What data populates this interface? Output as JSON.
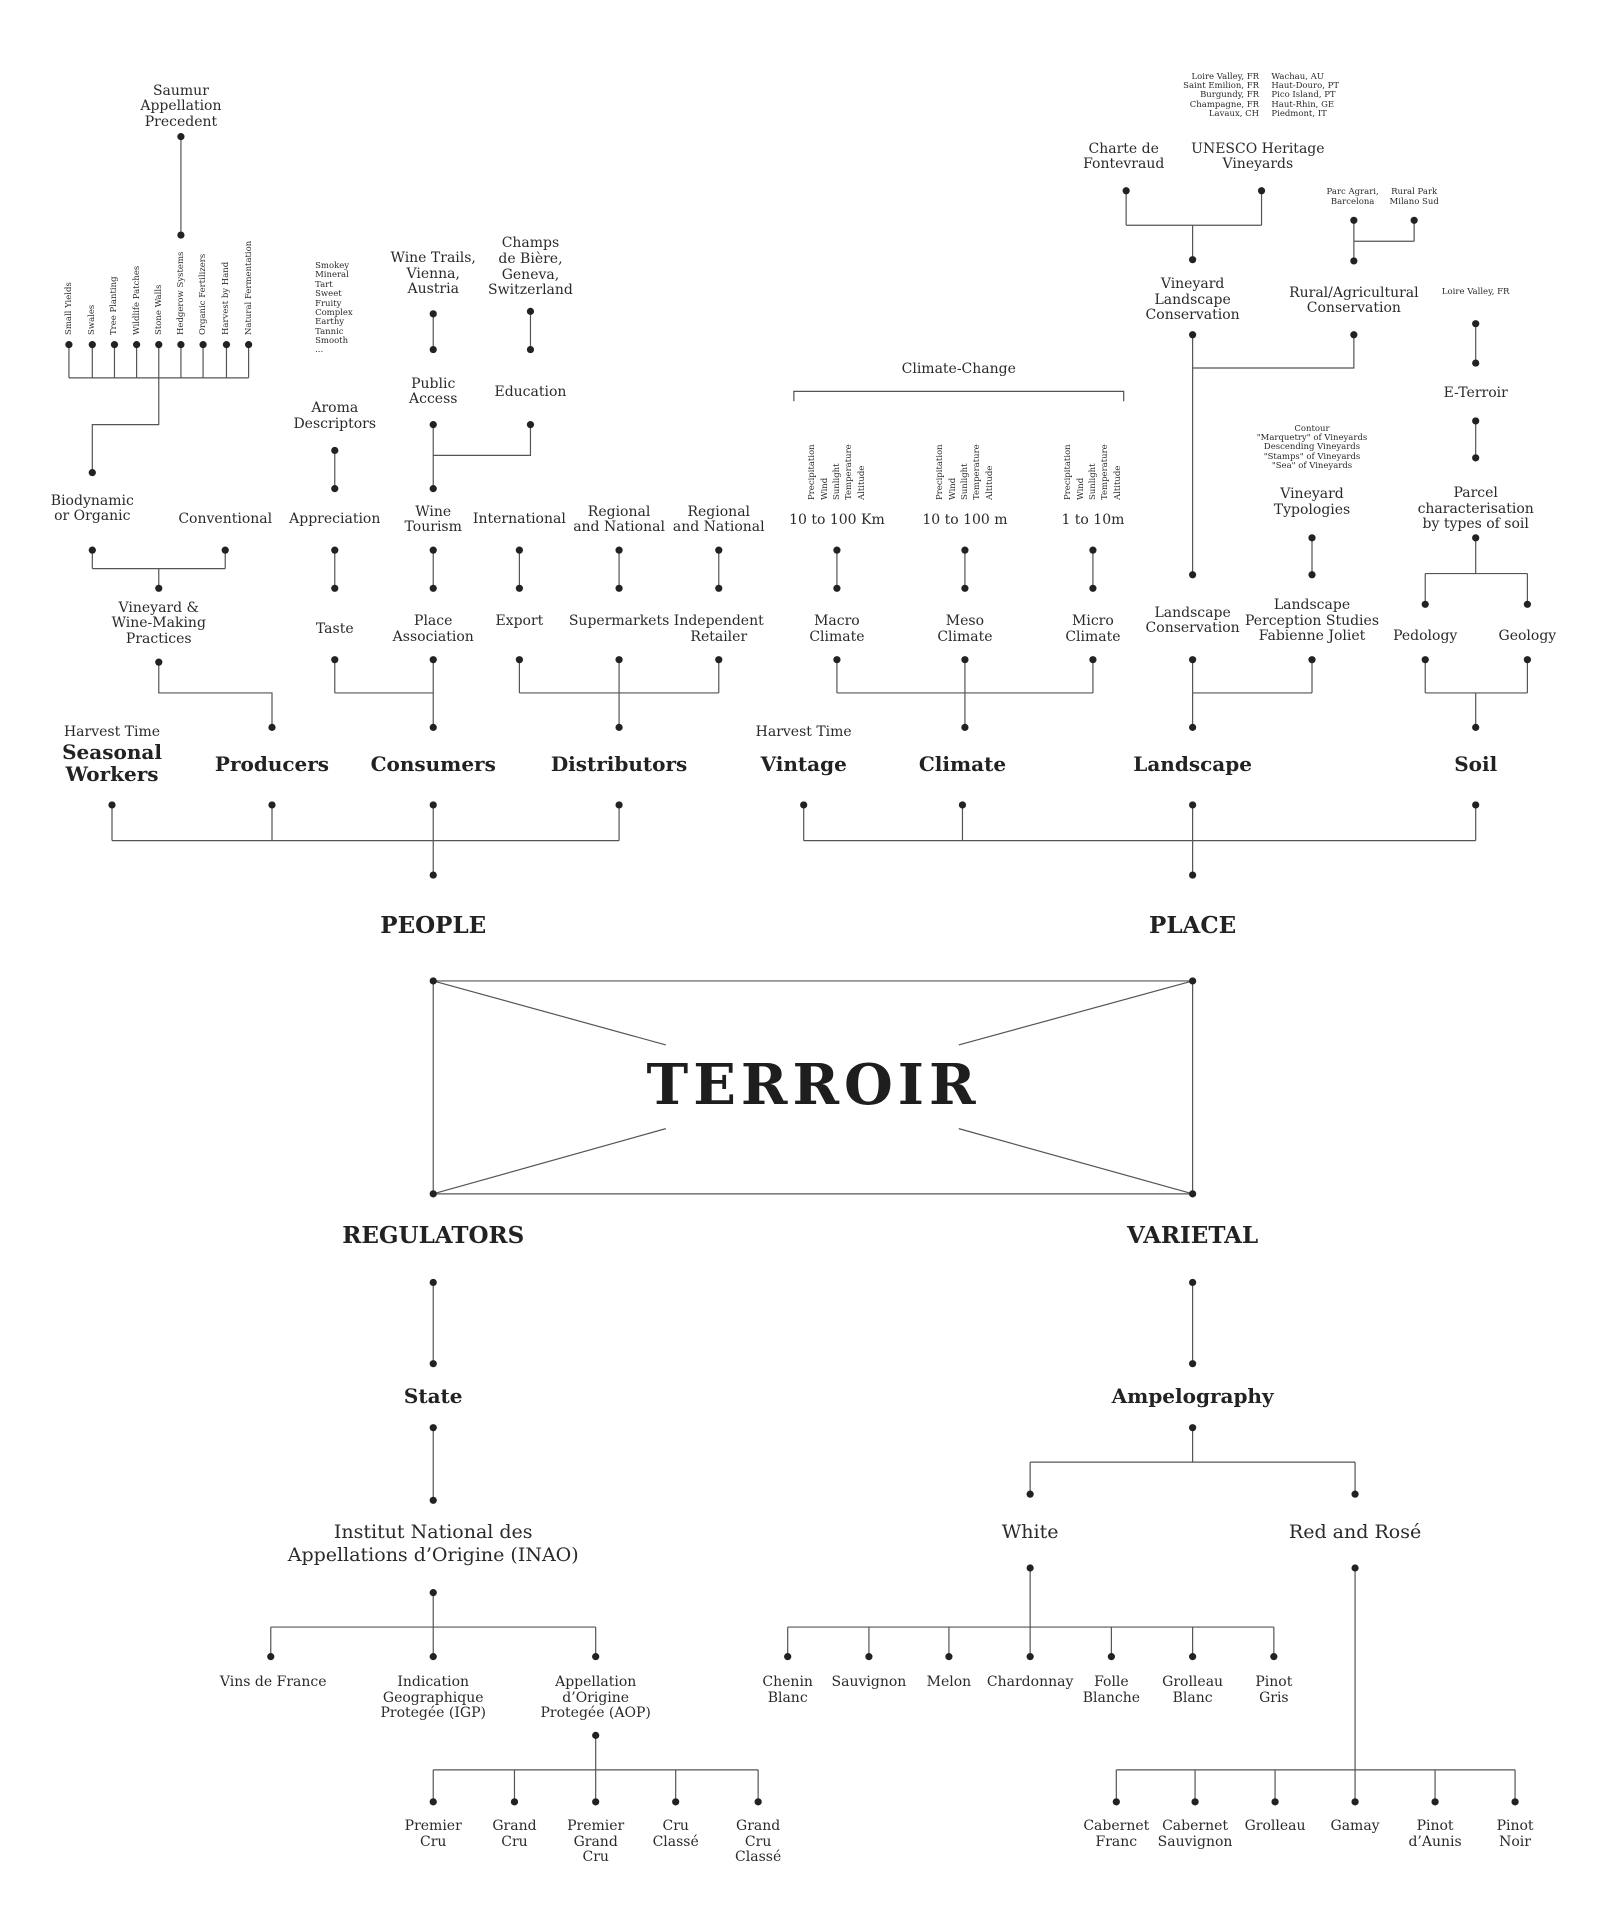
{
  "diagram": {
    "title": "TERROIR",
    "people": {
      "label": "PEOPLE",
      "seasonal_workers": {
        "note": "Harvest Time",
        "label": "Seasonal\nWorkers"
      },
      "producers": {
        "label": "Producers",
        "vineyard_practices": "Vineyard &\nWine-Making\nPractices",
        "biodynamic": "Biodynamic\nor Organic",
        "conventional": "Conventional",
        "saumur": "Saumur\nAppellation\nPrecedent",
        "practices": [
          "Small Yields",
          "Swales",
          "Tree Planting",
          "Wildlife Patches",
          "Stone Walls",
          "Hedgerow Systems",
          "Organic Fertilizers",
          "Harvest by Hand",
          "Natural Fermentation"
        ]
      },
      "consumers": {
        "label": "Consumers",
        "taste": "Taste",
        "appreciation": "Appreciation",
        "aroma_descriptors": "Aroma\nDescriptors",
        "aroma_list": "Smokey\nMineral\nTart\nSweet\nFruity\nComplex\nEarthy\nTannic\nSmooth\n...",
        "place_association": "Place\nAssociation",
        "wine_tourism": "Wine\nTourism",
        "public_access": "Public\nAccess",
        "wine_trails": "Wine Trails,\nVienna,\nAustria",
        "education": "Education",
        "champs": "Champs\nde Bière,\nGeneva,\nSwitzerland"
      },
      "distributors": {
        "label": "Distributors",
        "export": "Export",
        "international": "International",
        "supermarkets": "Supermarkets",
        "supermarkets_scope": "Regional\nand National",
        "independent": "Independent\nRetailer",
        "independent_scope": "Regional\nand National"
      }
    },
    "place": {
      "label": "PLACE",
      "vintage": {
        "note": "Harvest Time",
        "label": "Vintage"
      },
      "climate": {
        "label": "Climate",
        "climate_change": "Climate-Change",
        "factors": [
          "Precipitation",
          "Wind",
          "Sunlight",
          "Temperature",
          "Altitude"
        ],
        "macro": {
          "label": "Macro\nClimate",
          "scale": "10 to 100 Km"
        },
        "meso": {
          "label": "Meso\nClimate",
          "scale": "10 to 100 m"
        },
        "micro": {
          "label": "Micro\nClimate",
          "scale": "1 to 10m"
        }
      },
      "landscape": {
        "label": "Landscape",
        "conservation": "Landscape\nConservation",
        "vineyard_conservation": "Vineyard\nLandscape\nConservation",
        "charte": "Charte de\nFontevraud",
        "unesco": "UNESCO Heritage\nVineyards",
        "unesco_list_left": "Loire Valley, FR\nSaint Emilion, FR\nBurgundy, FR\nChampagne, FR\nLavaux, CH",
        "unesco_list_right": "Wachau, AU\nHaut-Douro, PT\nPico Island, PT\nHaut-Rhin, GE\nPiedmont, IT",
        "rural": "Rural/Agricultural\nConservation",
        "parc_agrari": "Parc Agrari,\nBarcelona",
        "rural_park": "Rural Park\nMilano Sud",
        "perception": "Landscape\nPerception Studies\nFabienne Joliet",
        "typologies": "Vineyard\nTypologies",
        "typologies_list": "Contour\n\"Marquetry\" of Vineyards\nDescending Vineyards\n\"Stamps\" of Vineyards\n\"Sea\" of Vineyards"
      },
      "soil": {
        "label": "Soil",
        "pedology": "Pedology",
        "geology": "Geology",
        "parcel": "Parcel characterisation\nby types of soil",
        "eterroir": "E-Terroir",
        "loire": "Loire Valley, FR"
      }
    },
    "regulators": {
      "label": "REGULATORS",
      "state": "State",
      "inao": "Institut National des\nAppellations d’Origine (INAO)",
      "vins_de_france": "Vins de France",
      "igp": "Indication\nGeographique\nProtegée (IGP)",
      "aop": "Appellation\nd’Origine\nProtegée (AOP)",
      "crus": [
        "Premier\nCru",
        "Grand\nCru",
        "Premier\nGrand\nCru",
        "Cru\nClassé",
        "Grand\nCru\nClassé"
      ]
    },
    "varietal": {
      "label": "VARIETAL",
      "ampelography": "Ampelography",
      "white": "White",
      "red": "Red and Rosé",
      "white_varieties": [
        "Chenin\nBlanc",
        "Sauvignon",
        "Melon",
        "Chardonnay",
        "Folle\nBlanche",
        "Grolleau\nBlanc",
        "Pinot\nGris"
      ],
      "red_varieties": [
        "Cabernet\nFranc",
        "Cabernet\nSauvignon",
        "Grolleau",
        "Gamay",
        "Pinot\nd’Aunis",
        "Pinot\nNoir"
      ]
    }
  },
  "colors": {
    "ink": "#222222",
    "line": "#555555",
    "background": "#ffffff"
  }
}
